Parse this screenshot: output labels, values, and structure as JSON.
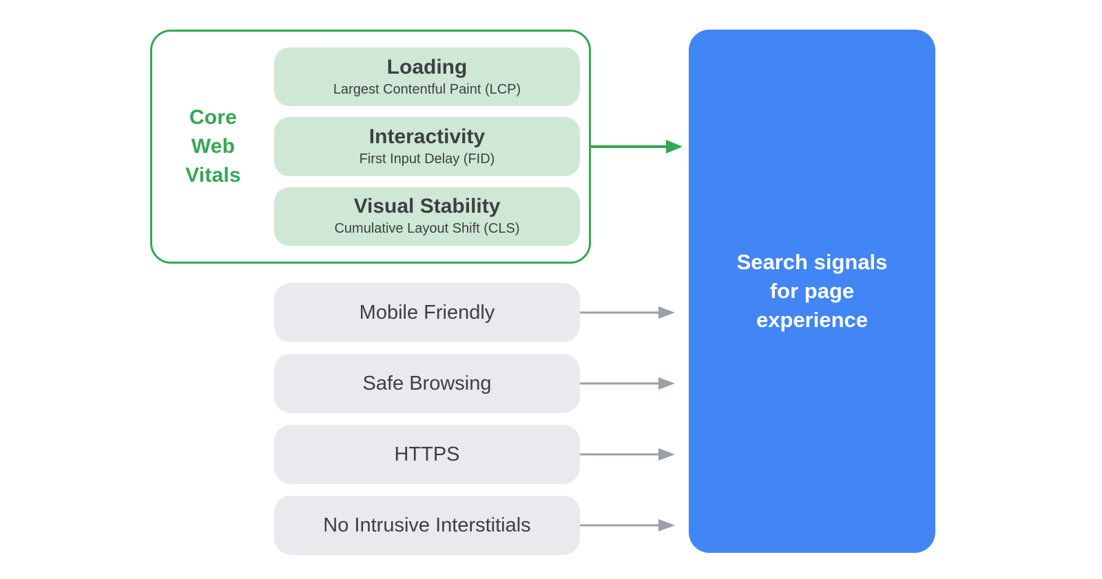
{
  "diagram": {
    "core_web_vitals": {
      "label": "Core Web Vitals",
      "vitals": [
        {
          "title": "Loading",
          "subtitle": "Largest Contentful Paint (LCP)"
        },
        {
          "title": "Interactivity",
          "subtitle": "First Input Delay (FID)"
        },
        {
          "title": "Visual Stability",
          "subtitle": "Cumulative Layout Shift (CLS)"
        }
      ]
    },
    "other_signals": [
      {
        "label": "Mobile Friendly"
      },
      {
        "label": "Safe Browsing"
      },
      {
        "label": "HTTPS"
      },
      {
        "label": "No Intrusive Interstitials"
      }
    ],
    "output": {
      "label": "Search signals for page experience"
    },
    "colors": {
      "green": "#34a853",
      "light_green_fill": "#cfe8d5",
      "gray_fill": "#e9eaed",
      "blue": "#4285f4",
      "arrow_gray": "#9aa0a6",
      "text_dark": "#3c4043",
      "text_white": "#ffffff"
    }
  }
}
